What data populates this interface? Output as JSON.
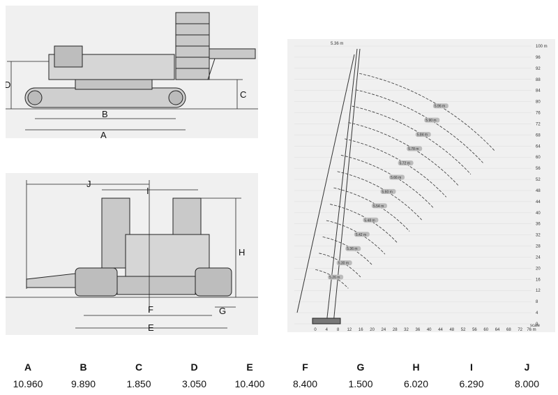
{
  "side_view": {
    "labels": {
      "A": "A",
      "B": "B",
      "C": "C",
      "D": "D"
    }
  },
  "rear_view": {
    "labels": {
      "E": "E",
      "F": "F",
      "G": "G",
      "H": "H",
      "I": "I",
      "J": "J"
    }
  },
  "load_chart": {
    "boom_tip_label": "5.36 m",
    "y_axis_ticks": [
      "100 m",
      "96",
      "92",
      "88",
      "84",
      "80",
      "76",
      "72",
      "68",
      "64",
      "60",
      "56",
      "52",
      "48",
      "44",
      "40",
      "36",
      "32",
      "28",
      "24",
      "20",
      "16",
      "12",
      "8",
      "4",
      "0"
    ],
    "x_axis_ticks": [
      "0",
      "4",
      "8",
      "12",
      "16",
      "20",
      "24",
      "28",
      "32",
      "36",
      "40",
      "44",
      "48",
      "52",
      "56",
      "60",
      "64",
      "68",
      "72",
      "76 m"
    ],
    "radius_labels": [
      "5.96 m",
      "5.90 m",
      "5.84 m",
      "5.78 m",
      "5.72 m",
      "5.66 m",
      "5.60 m",
      "5.54 m",
      "5.48 m",
      "5.42 m",
      "5.36 m",
      "5.30 m",
      "5.26 m"
    ],
    "corner_label": "scale"
  },
  "dimensions": {
    "letters": [
      "A",
      "B",
      "C",
      "D",
      "E",
      "F",
      "G",
      "H",
      "I",
      "J"
    ],
    "values": [
      "10.960",
      "9.890",
      "1.850",
      "3.050",
      "10.400",
      "8.400",
      "1.500",
      "6.020",
      "6.290",
      "8.000"
    ]
  }
}
